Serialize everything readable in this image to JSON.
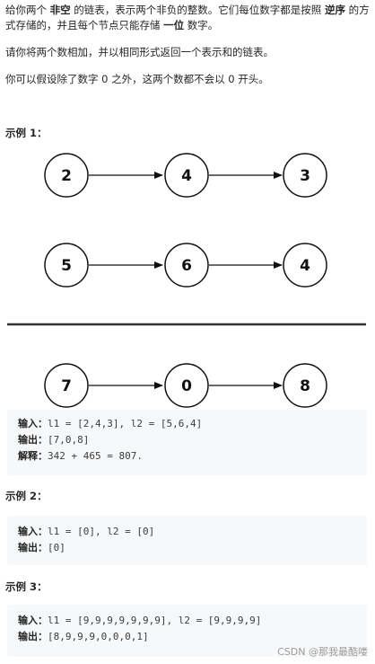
{
  "intro": {
    "p1_a": "给你两个 ",
    "p1_b": "非空",
    "p1_c": " 的链表，表示两个非负的整数。它们每位数字都是按照 ",
    "p1_d": "逆序",
    "p1_e": " 的方式存储的，并且每个节点只能存储 ",
    "p1_f": "一位",
    "p1_g": " 数字。",
    "p2": "请你将两个数相加，并以相同形式返回一个表示和的链表。",
    "p3": "你可以假设除了数字 0 之外，这两个数都不会以 0 开头。"
  },
  "example1": {
    "title": "示例 1：",
    "list1": [
      "2",
      "4",
      "3"
    ],
    "list2": [
      "5",
      "6",
      "4"
    ],
    "result": [
      "7",
      "0",
      "8"
    ],
    "input_label": "输入：",
    "input_value": "l1 = [2,4,3], l2 = [5,6,4]",
    "output_label": "输出：",
    "output_value": "[7,0,8]",
    "explain_label": "解释：",
    "explain_value": "342 + 465 = 807."
  },
  "example2": {
    "title": "示例 2：",
    "input_label": "输入：",
    "input_value": "l1 = [0], l2 = [0]",
    "output_label": "输出：",
    "output_value": "[0]"
  },
  "example3": {
    "title": "示例 3：",
    "input_label": "输入：",
    "input_value": "l1 = [9,9,9,9,9,9,9], l2 = [9,9,9,9]",
    "output_label": "输出：",
    "output_value": "[8,9,9,9,0,0,0,1]"
  },
  "watermark": "CSDN @那我最酷喽"
}
